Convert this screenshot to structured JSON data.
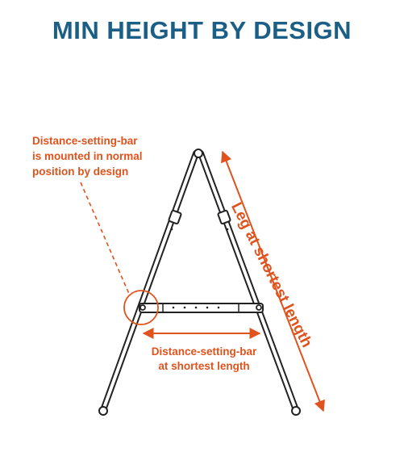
{
  "title": "MIN HEIGHT BY DESIGN",
  "annotations": {
    "mounted_note": [
      "Distance-setting-bar",
      "is mounted in normal",
      "position by design"
    ],
    "bar_note": [
      "Distance-setting-bar",
      "at shortest length"
    ],
    "leg_note": "Leg at shortest length"
  },
  "colors": {
    "title": "#1b5f87",
    "accent": "#e0531d",
    "frame_stroke": "#222222",
    "frame_fill": "#ffffff"
  }
}
